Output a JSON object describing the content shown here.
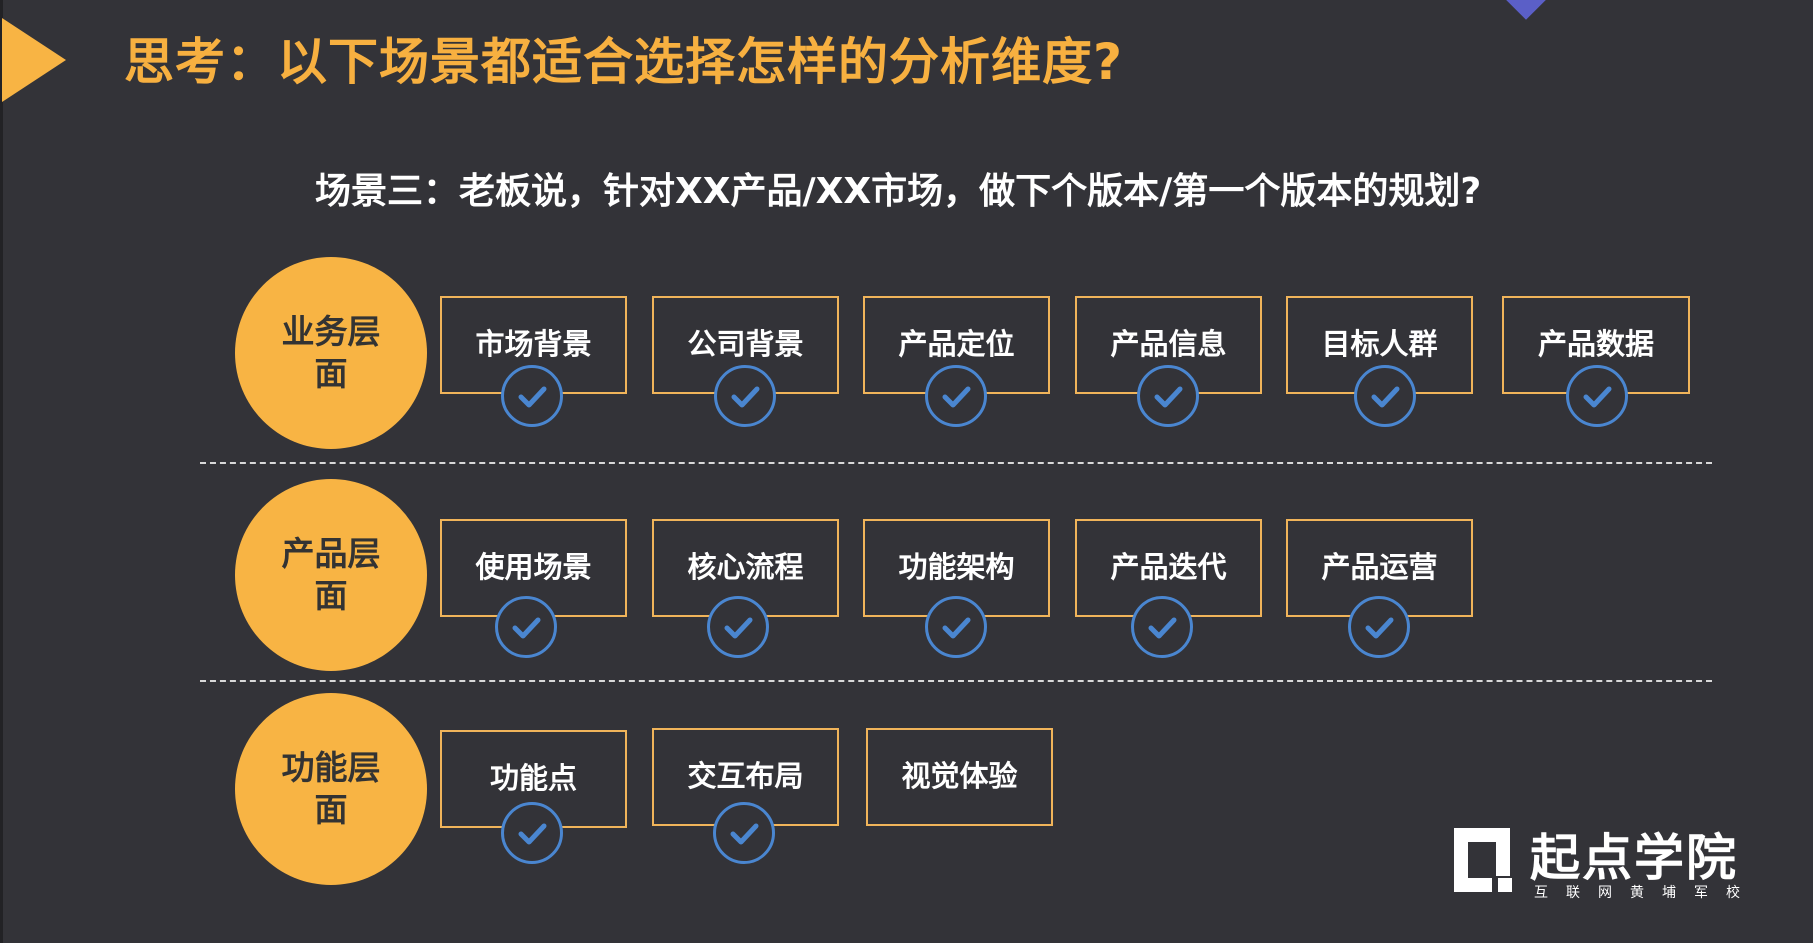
{
  "title": "思考：以下场景都适合选择怎样的分析维度?",
  "subtitle": "场景三：老板说，针对XX产品/XX市场，做下个版本/第一个版本的规划?",
  "colors": {
    "accent": "#f8b444",
    "check": "#4a86d0",
    "background": "#333338"
  },
  "layers": [
    {
      "label": "业务层面",
      "items": [
        {
          "label": "市场背景",
          "checked": true
        },
        {
          "label": "公司背景",
          "checked": true
        },
        {
          "label": "产品定位",
          "checked": true
        },
        {
          "label": "产品信息",
          "checked": true
        },
        {
          "label": "目标人群",
          "checked": true
        },
        {
          "label": "产品数据",
          "checked": true
        }
      ]
    },
    {
      "label": "产品层面",
      "items": [
        {
          "label": "使用场景",
          "checked": true
        },
        {
          "label": "核心流程",
          "checked": true
        },
        {
          "label": "功能架构",
          "checked": true
        },
        {
          "label": "产品迭代",
          "checked": true
        },
        {
          "label": "产品运营",
          "checked": true
        }
      ]
    },
    {
      "label": "功能层面",
      "items": [
        {
          "label": "功能点",
          "checked": true
        },
        {
          "label": "交互布局",
          "checked": true
        },
        {
          "label": "视觉体验",
          "checked": false
        }
      ]
    }
  ],
  "logo": {
    "name": "起点学院",
    "tagline": "互联网黄埔军校"
  }
}
